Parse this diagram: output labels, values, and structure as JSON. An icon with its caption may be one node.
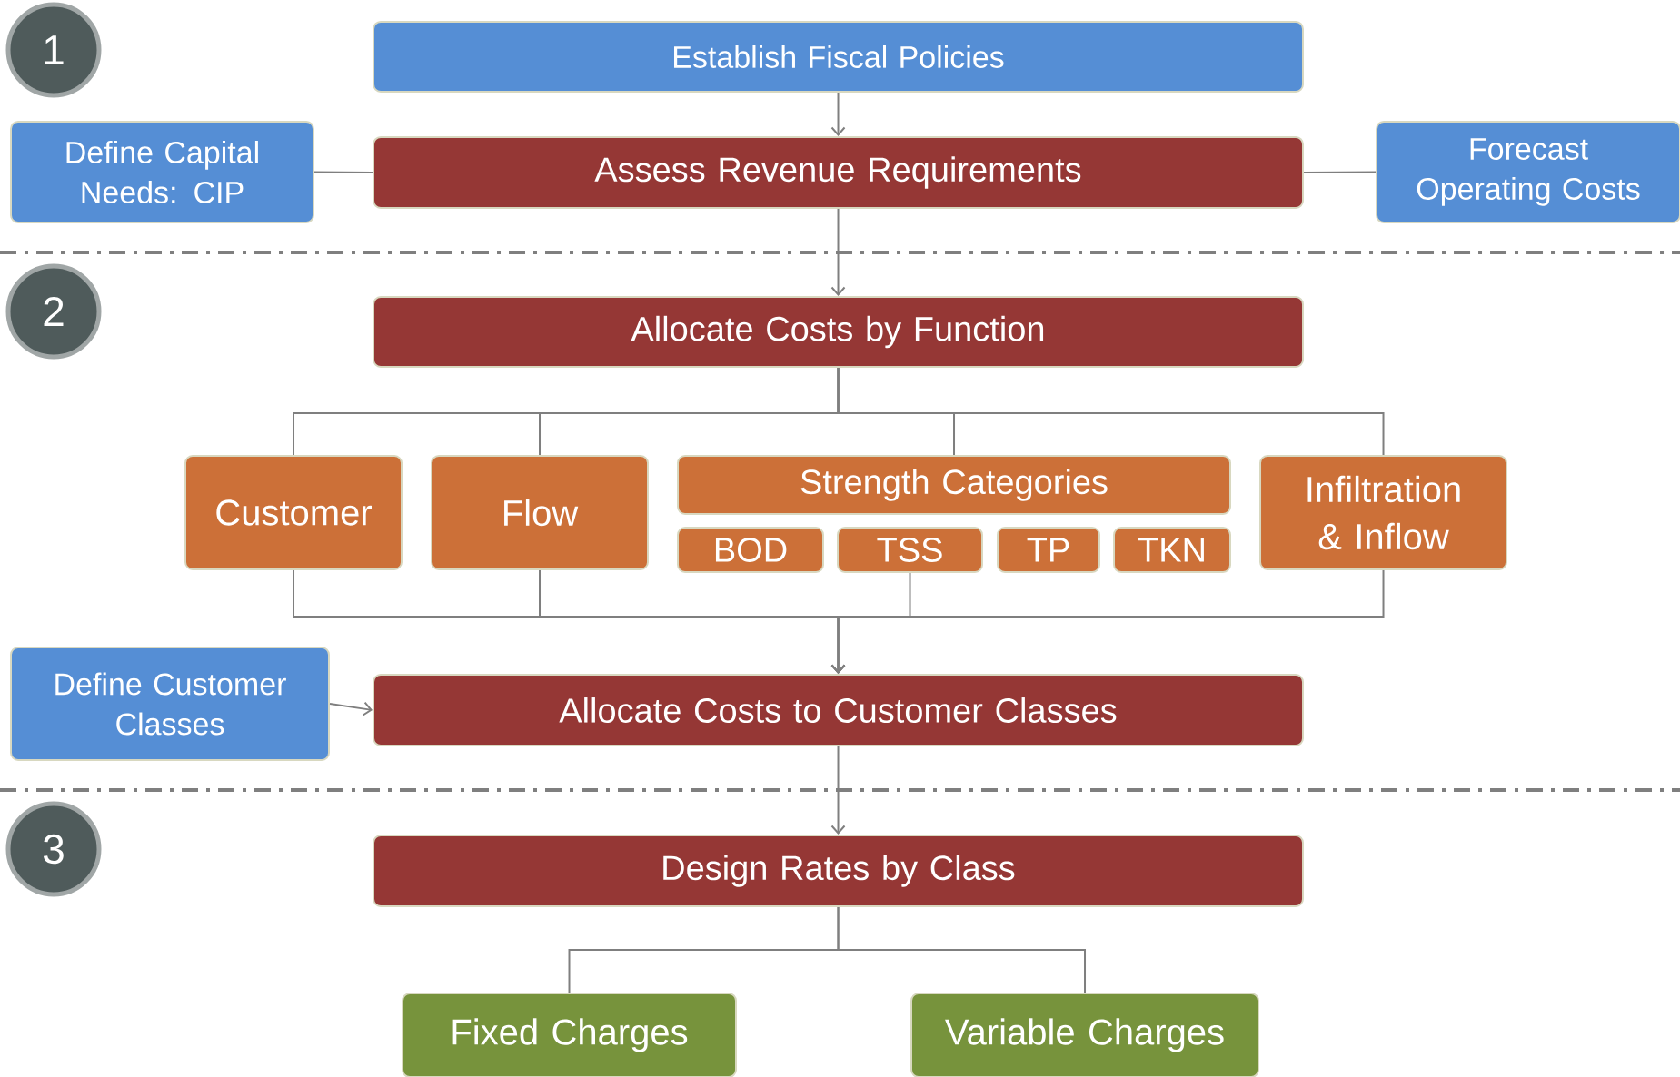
{
  "diagram": {
    "nodes": [
      {
        "text": [
          "1"
        ]
      },
      {
        "text": [
          "Establish Fiscal Policies"
        ]
      },
      {
        "text": [
          "Define Capital Needs:  CIP"
        ]
      },
      {
        "text": [
          "Assess Revenue Requirements"
        ]
      },
      {
        "text": [
          "Forecast Operating Costs"
        ]
      },
      {
        "text": [
          "2"
        ]
      },
      {
        "text": [
          "Allocate Costs by Function"
        ]
      },
      {
        "text": [
          "Customer"
        ]
      },
      {
        "text": [
          "Flow"
        ]
      },
      {
        "text": [
          "Strength Categories"
        ]
      },
      {
        "text": [
          "BOD"
        ]
      },
      {
        "text": [
          "TSS"
        ]
      },
      {
        "text": [
          "TP"
        ]
      },
      {
        "text": [
          "TKN"
        ]
      },
      {
        "text": [
          "Infiltration & Inflow"
        ]
      },
      {
        "text": [
          "Define Customer Classes"
        ]
      },
      {
        "text": [
          "Allocate Costs to Customer Classes"
        ]
      },
      {
        "text": [
          "3"
        ]
      },
      {
        "text": [
          "Design Rates by Class"
        ]
      },
      {
        "text": [
          "Fixed Charges"
        ]
      },
      {
        "text": [
          "Variable Charges"
        ]
      }
    ],
    "edges": [
      {
        "from": 1,
        "to": 3,
        "arrow": "to"
      },
      {
        "from": 2,
        "to": 3,
        "arrow": "none"
      },
      {
        "from": 4,
        "to": 3,
        "arrow": "none"
      },
      {
        "from": 3,
        "to": 6,
        "arrow": "to"
      },
      {
        "from": 6,
        "to": 7,
        "arrow": "none"
      },
      {
        "from": 6,
        "to": 8,
        "arrow": "none"
      },
      {
        "from": 6,
        "to": 9,
        "arrow": "none"
      },
      {
        "from": 6,
        "to": 14,
        "arrow": "none"
      },
      {
        "from": 7,
        "to": 16,
        "arrow": "to"
      },
      {
        "from": 8,
        "to": 16,
        "arrow": "to"
      },
      {
        "from": 11,
        "to": 16,
        "arrow": "to"
      },
      {
        "from": 14,
        "to": 16,
        "arrow": "to"
      },
      {
        "from": 15,
        "to": 16,
        "arrow": "to"
      },
      {
        "from": 16,
        "to": 18,
        "arrow": "to"
      },
      {
        "from": 18,
        "to": 19,
        "arrow": "none"
      },
      {
        "from": 18,
        "to": 20,
        "arrow": "none"
      }
    ]
  }
}
